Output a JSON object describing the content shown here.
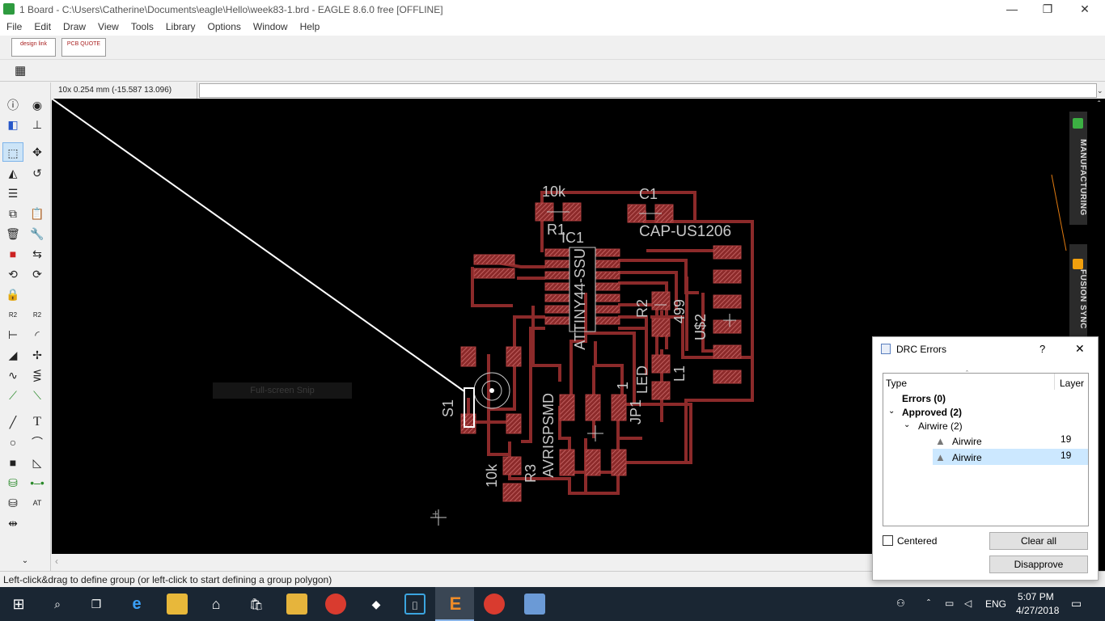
{
  "window": {
    "title": "1 Board - C:\\Users\\Catherine\\Documents\\eagle\\Hello\\week83-1.brd - EAGLE 8.6.0 free [OFFLINE]",
    "minimize": "—",
    "restore": "❐",
    "close": "✕"
  },
  "menu": [
    "File",
    "Edit",
    "Draw",
    "View",
    "Tools",
    "Library",
    "Options",
    "Window",
    "Help"
  ],
  "toolbar": {
    "designlink_label": "design link",
    "pcbquote_label": "PCB QUOTE"
  },
  "coordbar": {
    "coords": "10x 0.254 mm (-15.587 13.096)"
  },
  "canvas": {
    "labels": {
      "r1_value": "10k",
      "r1_name": "R1",
      "c1_name": "C1",
      "c1_value": "CAP-US1206",
      "ic1_name": "IC1",
      "ic1_value": "ATTINY44-SSU",
      "r2_name": "R2",
      "r2_value": "499",
      "u2_name": "U$2",
      "led_name": "LED",
      "l1_name": "L1",
      "jp1_name": "JP1",
      "jp1_pin": "1",
      "s1_name": "S1",
      "r3_value": "10k",
      "r3_name": "R3",
      "avr_name": "AVRISPSMD"
    },
    "snip_label": "Full-screen Snip"
  },
  "sidetabs": {
    "manufacturing": "MANUFACTURING",
    "fusion": "FUSION SYNC"
  },
  "status": {
    "text": "Left-click&drag to define group (or left-click to start defining a group polygon)"
  },
  "drc": {
    "title": "DRC Errors",
    "help": "?",
    "close": "✕",
    "col_type": "Type",
    "col_layer": "Layer",
    "errors": "Errors (0)",
    "approved": "Approved (2)",
    "airwire_group": "Airwire (2)",
    "items": [
      {
        "label": "Airwire",
        "layer": "19"
      },
      {
        "label": "Airwire",
        "layer": "19"
      }
    ],
    "centered": "Centered",
    "clear_all": "Clear all",
    "disapprove": "Disapprove"
  },
  "taskbar": {
    "lang": "ENG",
    "time": "5:07 PM",
    "date": "4/27/2018"
  },
  "colors": {
    "copper": "#8c2a2a",
    "pad": "#b04040",
    "label": "#c8c8c8",
    "selected_row": "#cce8ff"
  }
}
